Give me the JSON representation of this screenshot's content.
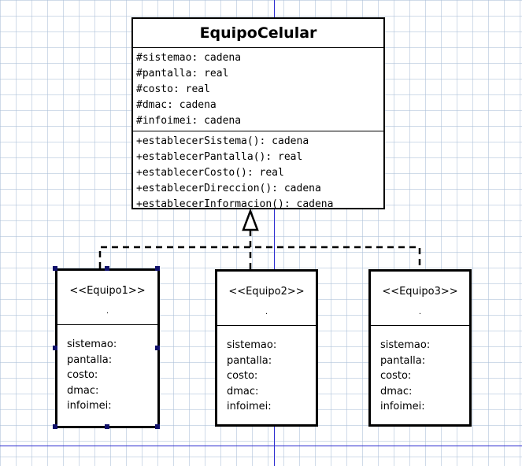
{
  "main_class": {
    "name": "EquipoCelular",
    "attributes": [
      "#sistemao: cadena",
      "#pantalla: real",
      "#costo: real",
      "#dmac: cadena",
      "#infoimei: cadena"
    ],
    "methods": [
      "+establecerSistema(): cadena",
      "+establecerPantalla(): real",
      "+establecerCosto(): real",
      "+establecerDireccion(): cadena",
      "+establecerInformacion(): cadena"
    ]
  },
  "subclasses": [
    {
      "stereotype": "<<Equipo1>>",
      "dot": ".",
      "attributes": [
        "sistemao:",
        "pantalla:",
        "costo:",
        "dmac:",
        "infoimei:"
      ]
    },
    {
      "stereotype": "<<Equipo2>>",
      "dot": ".",
      "attributes": [
        "sistemao:",
        "pantalla:",
        "costo:",
        "dmac:",
        "infoimei:"
      ]
    },
    {
      "stereotype": "<<Equipo3>>",
      "dot": ".",
      "attributes": [
        "sistemao:",
        "pantalla:",
        "costo:",
        "dmac:",
        "infoimei:"
      ]
    }
  ],
  "colors": {
    "canvas": "#ffffff",
    "grid": "#aabed7",
    "guide_line": "#2b2bd0",
    "selection_handle": "#10106a",
    "outline": "#000000"
  }
}
